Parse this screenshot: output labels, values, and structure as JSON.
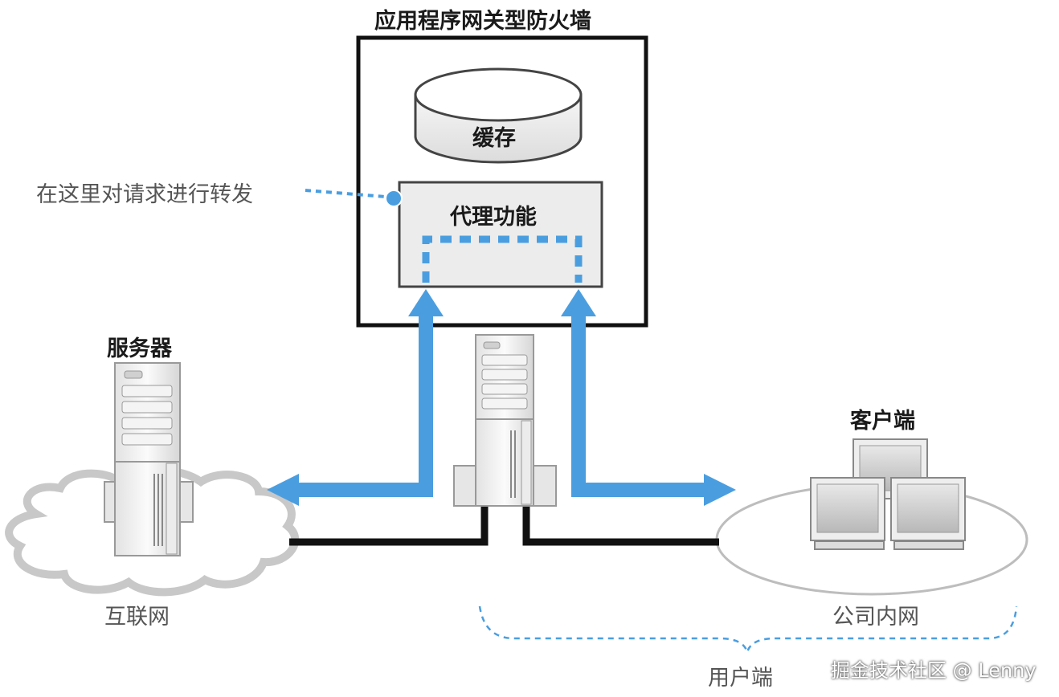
{
  "firewall": {
    "title": "应用程序网关型防火墙"
  },
  "cache": {
    "label": "缓存"
  },
  "proxy": {
    "label": "代理功能"
  },
  "annotation": {
    "text": "在这里对请求进行转发"
  },
  "server": {
    "label": "服务器"
  },
  "client": {
    "label": "客户端"
  },
  "internet": {
    "label": "互联网"
  },
  "intranet": {
    "label": "公司内网"
  },
  "user_side": {
    "label": "用户端"
  },
  "watermark": {
    "text": "掘金技术社区 @ Lenny"
  },
  "colors": {
    "accent": "#4a9ee0",
    "line": "#111111",
    "cloud_stroke": "#c8c8c8"
  }
}
